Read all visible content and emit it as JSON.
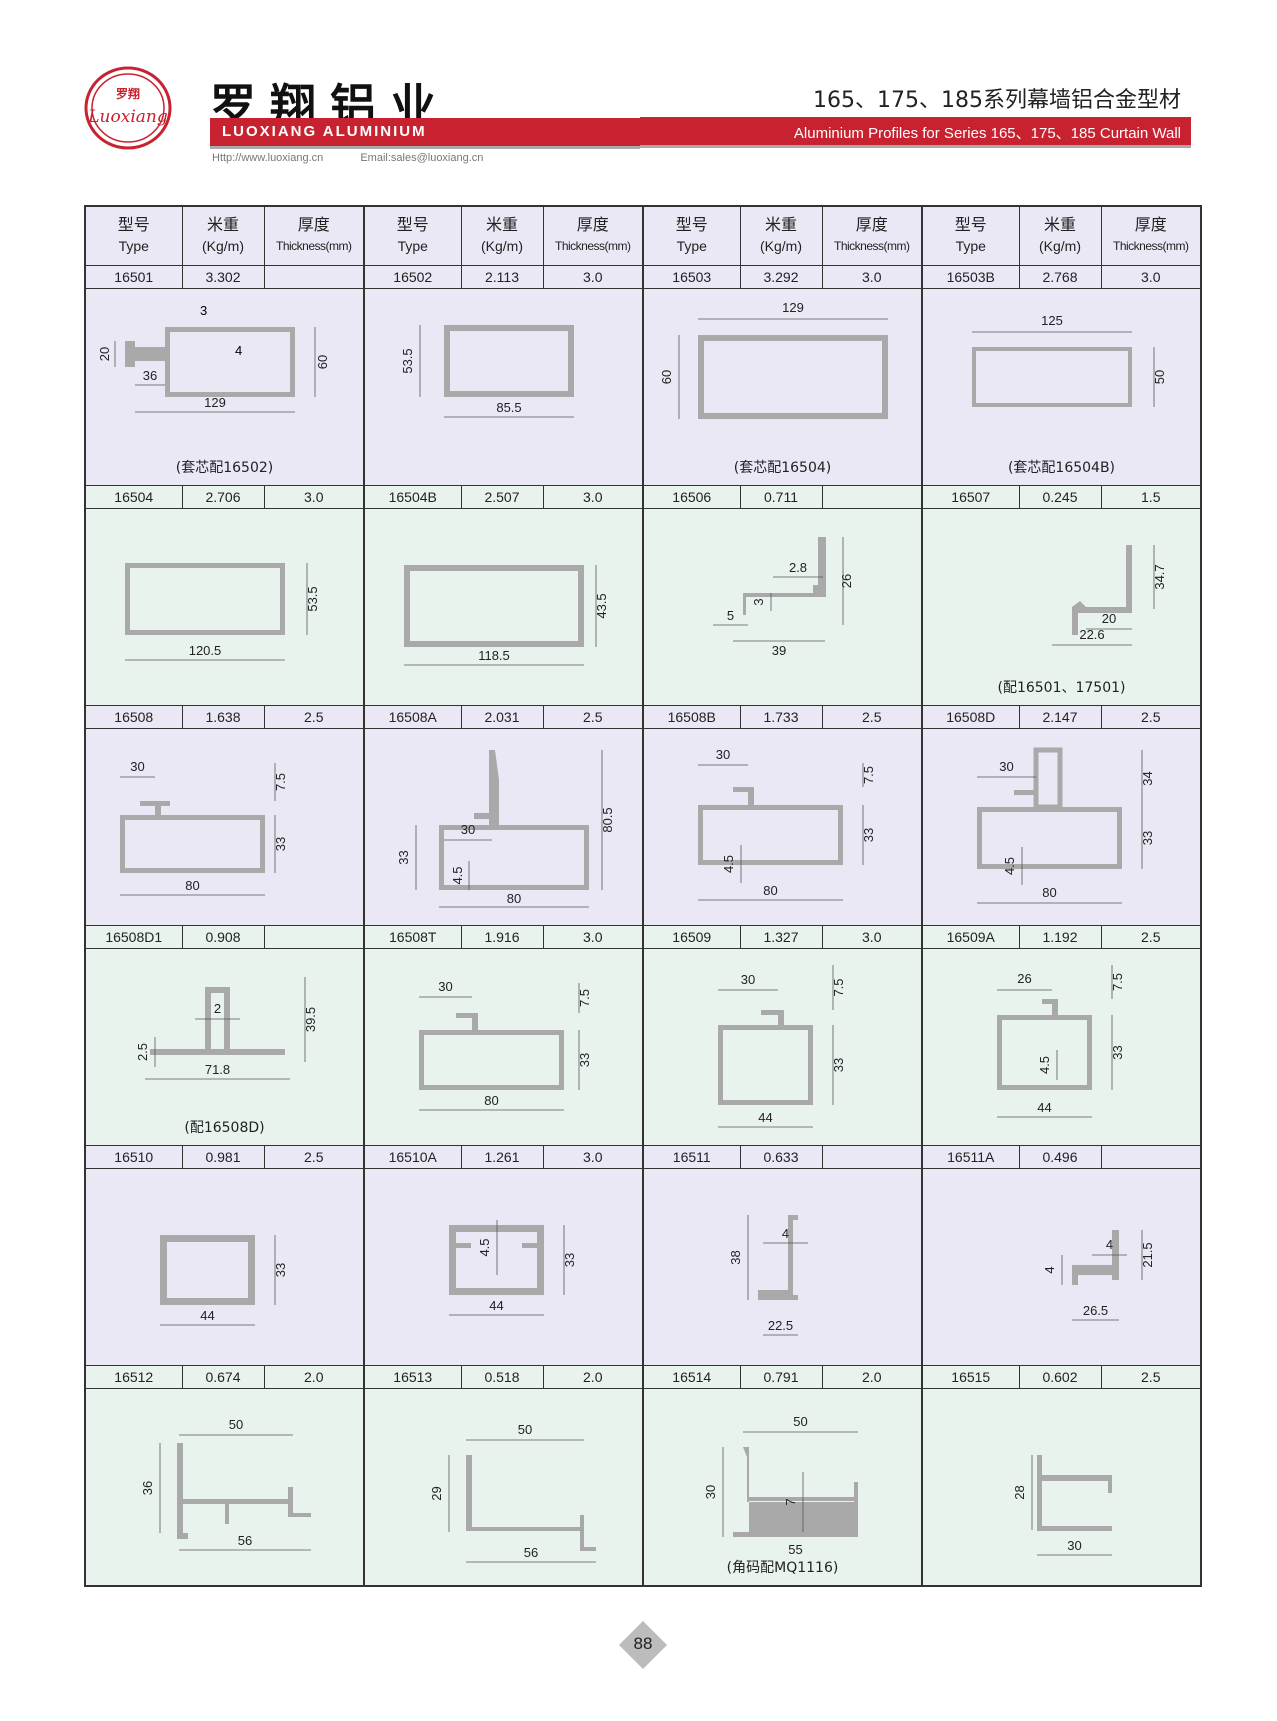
{
  "header": {
    "logo": {
      "icon": "luoxiang-logo-icon",
      "cn": "罗翔",
      "script": "Luoxiang",
      "color": "#c8212f"
    },
    "brand_cn": "罗翔铝业",
    "brand_en": "LUOXIANG ALUMINIUM",
    "website": "Http://www.luoxiang.cn",
    "email": "Email:sales@luoxiang.cn",
    "title_cn": "165、175、185系列幕墙铝合金型材",
    "title_en": "Aluminium Profiles for Series 165、175、185 Curtain Wall",
    "accent_color": "#c8212f"
  },
  "table": {
    "columns": [
      {
        "cn": "型号",
        "en": "Type"
      },
      {
        "cn": "米重",
        "en": "(Kg/m)"
      },
      {
        "cn": "厚度",
        "en": "Thickness(mm)"
      }
    ],
    "rows": [
      [
        {
          "type": "16501",
          "weight": "3.302",
          "thickness": "",
          "dims": [
            "3",
            "4",
            "20",
            "60",
            "36",
            "129"
          ],
          "note": "(套芯配16502)"
        },
        {
          "type": "16502",
          "weight": "2.113",
          "thickness": "3.0",
          "dims": [
            "53.5",
            "85.5"
          ],
          "note": ""
        },
        {
          "type": "16503",
          "weight": "3.292",
          "thickness": "3.0",
          "dims": [
            "129",
            "60"
          ],
          "note": "(套芯配16504)"
        },
        {
          "type": "16503B",
          "weight": "2.768",
          "thickness": "3.0",
          "dims": [
            "125",
            "50"
          ],
          "note": "(套芯配16504B)"
        }
      ],
      [
        {
          "type": "16504",
          "weight": "2.706",
          "thickness": "3.0",
          "dims": [
            "53.5",
            "120.5"
          ],
          "note": ""
        },
        {
          "type": "16504B",
          "weight": "2.507",
          "thickness": "3.0",
          "dims": [
            "43.5",
            "118.5"
          ],
          "note": ""
        },
        {
          "type": "16506",
          "weight": "0.711",
          "thickness": "",
          "dims": [
            "2.8",
            "26",
            "3",
            "5",
            "39"
          ],
          "note": ""
        },
        {
          "type": "16507",
          "weight": "0.245",
          "thickness": "1.5",
          "dims": [
            "34.7",
            "20",
            "22.6"
          ],
          "note": "(配16501、17501)"
        }
      ],
      [
        {
          "type": "16508",
          "weight": "1.638",
          "thickness": "2.5",
          "dims": [
            "30",
            "7.5",
            "33",
            "80"
          ],
          "note": ""
        },
        {
          "type": "16508A",
          "weight": "2.031",
          "thickness": "2.5",
          "dims": [
            "80.5",
            "30",
            "33",
            "4.5",
            "80"
          ],
          "note": ""
        },
        {
          "type": "16508B",
          "weight": "1.733",
          "thickness": "2.5",
          "dims": [
            "30",
            "7.5",
            "33",
            "4.5",
            "80"
          ],
          "note": ""
        },
        {
          "type": "16508D",
          "weight": "2.147",
          "thickness": "2.5",
          "dims": [
            "30",
            "34",
            "33",
            "4.5",
            "80"
          ],
          "note": ""
        }
      ],
      [
        {
          "type": "16508D1",
          "weight": "0.908",
          "thickness": "",
          "dims": [
            "2",
            "2.5",
            "39.5",
            "71.8"
          ],
          "note": "(配16508D)"
        },
        {
          "type": "16508T",
          "weight": "1.916",
          "thickness": "3.0",
          "dims": [
            "30",
            "7.5",
            "33",
            "80"
          ],
          "note": ""
        },
        {
          "type": "16509",
          "weight": "1.327",
          "thickness": "3.0",
          "dims": [
            "30",
            "7.5",
            "33",
            "44"
          ],
          "note": ""
        },
        {
          "type": "16509A",
          "weight": "1.192",
          "thickness": "2.5",
          "dims": [
            "26",
            "7.5",
            "4.5",
            "33",
            "44"
          ],
          "note": ""
        }
      ],
      [
        {
          "type": "16510",
          "weight": "0.981",
          "thickness": "2.5",
          "dims": [
            "33",
            "44"
          ],
          "note": ""
        },
        {
          "type": "16510A",
          "weight": "1.261",
          "thickness": "3.0",
          "dims": [
            "4.5",
            "33",
            "44"
          ],
          "note": ""
        },
        {
          "type": "16511",
          "weight": "0.633",
          "thickness": "",
          "dims": [
            "4",
            "38",
            "22.5"
          ],
          "note": ""
        },
        {
          "type": "16511A",
          "weight": "0.496",
          "thickness": "",
          "dims": [
            "4",
            "4",
            "21.5",
            "26.5"
          ],
          "note": ""
        }
      ],
      [
        {
          "type": "16512",
          "weight": "0.674",
          "thickness": "2.0",
          "dims": [
            "50",
            "36",
            "56"
          ],
          "note": ""
        },
        {
          "type": "16513",
          "weight": "0.518",
          "thickness": "2.0",
          "dims": [
            "50",
            "29",
            "56"
          ],
          "note": ""
        },
        {
          "type": "16514",
          "weight": "0.791",
          "thickness": "2.0",
          "dims": [
            "50",
            "30",
            "7",
            "55"
          ],
          "note": "(角码配MQ1116)"
        },
        {
          "type": "16515",
          "weight": "0.602",
          "thickness": "2.5",
          "dims": [
            "28",
            "30"
          ],
          "note": ""
        }
      ]
    ]
  },
  "footer": {
    "page_number": "88"
  }
}
